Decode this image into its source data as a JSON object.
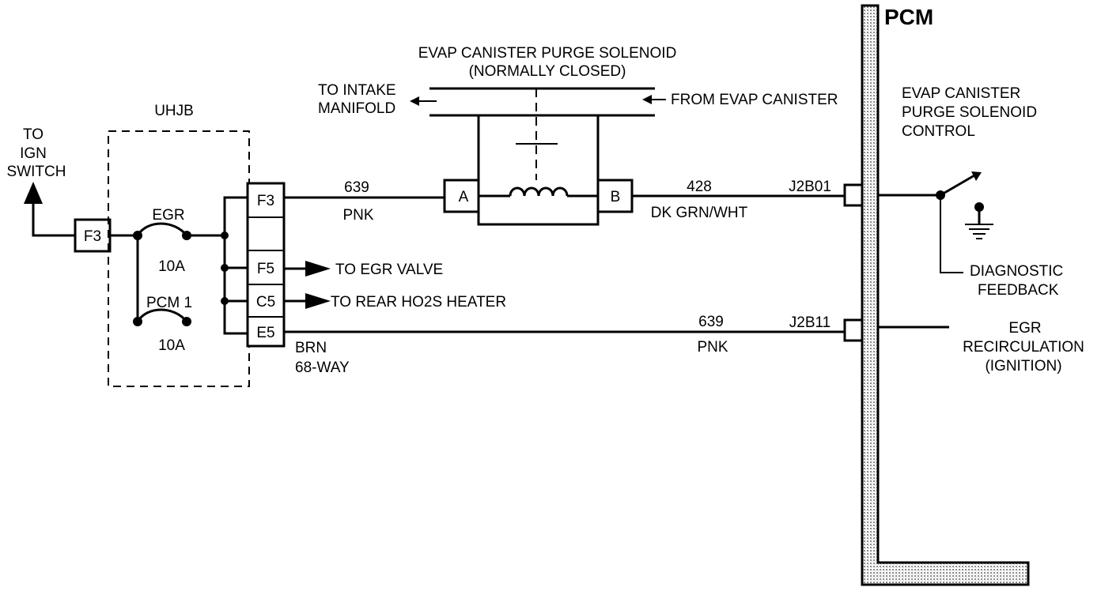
{
  "colors": {
    "ink": "#000000",
    "background": "#ffffff",
    "pcm_fill": "#d9d9d9"
  },
  "pcm": {
    "title": "PCM"
  },
  "ign": {
    "line1": "TO",
    "line2": "IGN",
    "line3": "SWITCH",
    "connector": "F3"
  },
  "uhjb": {
    "title": "UHJB",
    "fuse_egr": {
      "name": "EGR",
      "rating": "10A"
    },
    "fuse_pcm1": {
      "name": "PCM 1",
      "rating": "10A"
    },
    "pins": {
      "f3": "F3",
      "f5": "F5",
      "c5": "C5",
      "e5": "E5"
    },
    "connector_color": "BRN",
    "connector_type": "68-WAY"
  },
  "outputs": {
    "egr_valve": "TO EGR VALVE",
    "rear_ho2s": "TO REAR HO2S HEATER"
  },
  "solenoid": {
    "title_line1": "EVAP CANISTER PURGE SOLENOID",
    "title_line2": "(NORMALLY CLOSED)",
    "to_intake_line1": "TO INTAKE",
    "to_intake_line2": "MANIFOLD",
    "from_canister": "FROM EVAP CANISTER",
    "terminal_a": "A",
    "terminal_b": "B"
  },
  "wires": {
    "top_left": {
      "circuit": "639",
      "color": "PNK"
    },
    "top_right": {
      "circuit": "428",
      "color": "DK GRN/WHT"
    },
    "bottom": {
      "circuit": "639",
      "color": "PNK"
    }
  },
  "pcm_pins": {
    "top": "J2B01",
    "bottom": "J2B11"
  },
  "pcm_labels": {
    "purge_line1": "EVAP CANISTER",
    "purge_line2": "PURGE SOLENOID",
    "purge_line3": "CONTROL",
    "diag_line1": "DIAGNOSTIC",
    "diag_line2": "FEEDBACK",
    "egr_line1": "EGR",
    "egr_line2": "RECIRCULATION",
    "egr_line3": "(IGNITION)"
  }
}
